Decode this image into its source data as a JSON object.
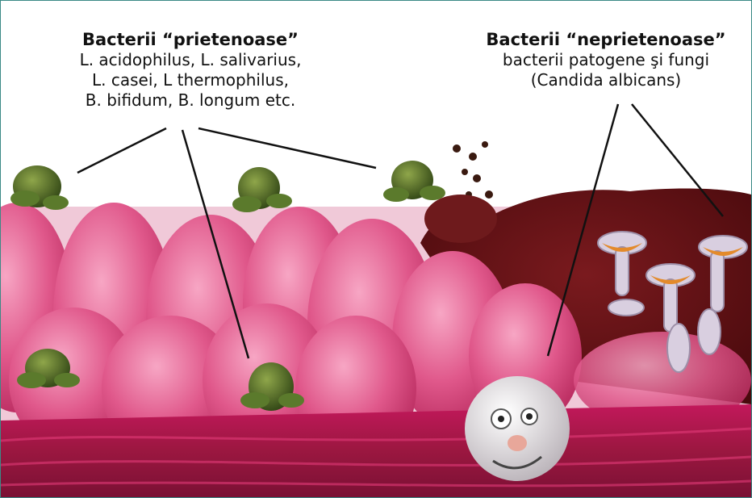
{
  "friendly": {
    "title": "Bacterii “prietenoase”",
    "lines": [
      "L. acidophilus, L. salivarius,",
      "L. casei, L thermophilus,",
      "B. bifidum, B. longum etc."
    ]
  },
  "unfriendly": {
    "title": "Bacterii “neprietenoase”",
    "lines": [
      "bacterii patogene şi fungi",
      "(Candida albicans)"
    ]
  },
  "colors": {
    "frame": "#3a8a86",
    "villi_pink": "#d9457a",
    "villi_light": "#f08cb0",
    "tissue_red": "#b0163d",
    "dark_colony": "#5c0f12",
    "friendly_bacteria": "#4f6b2a",
    "yeast_cells": "#d9cfe0"
  }
}
